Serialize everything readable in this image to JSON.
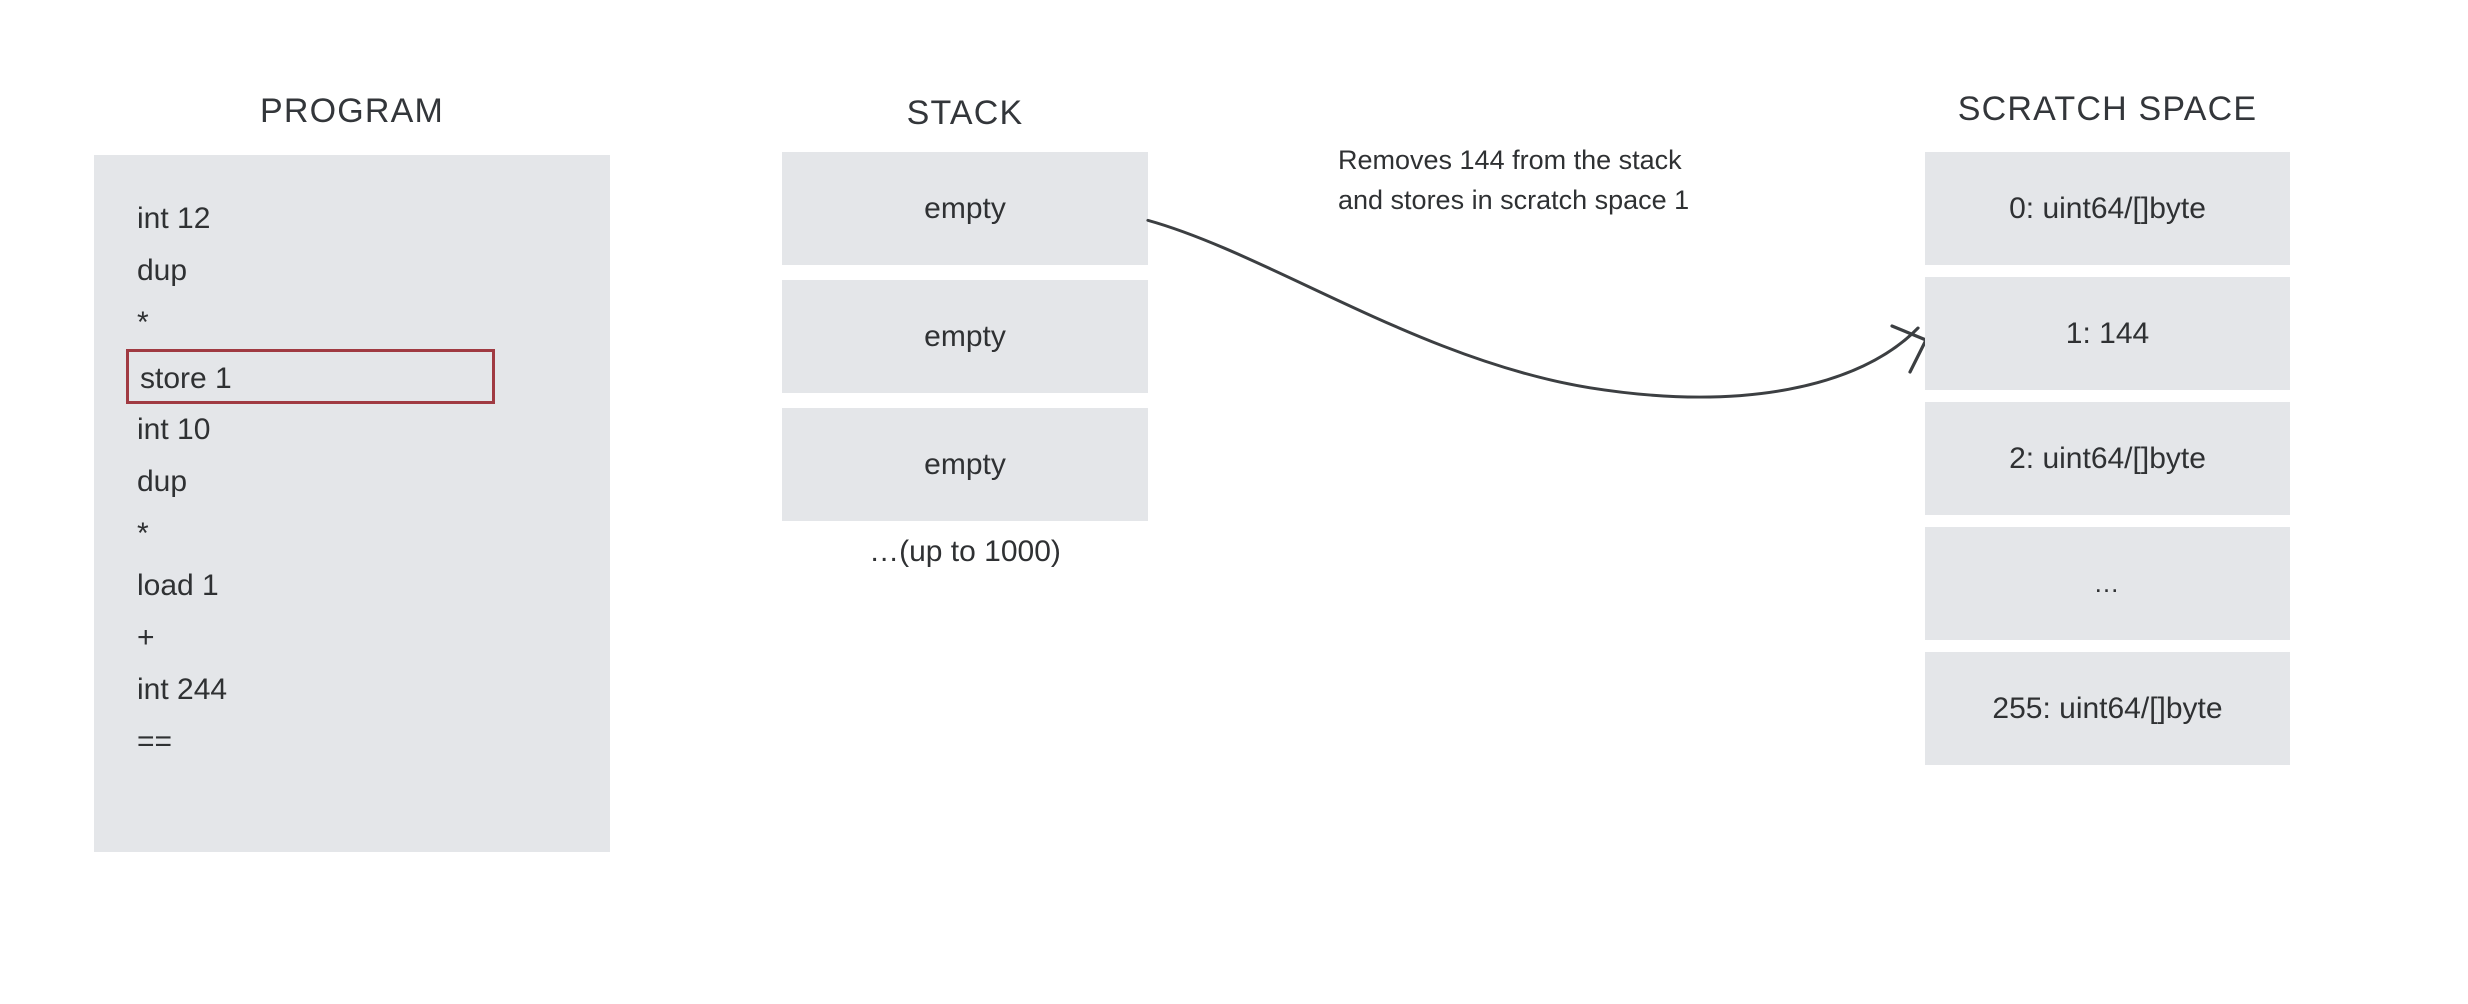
{
  "columns": {
    "program": {
      "heading": "PROGRAM",
      "instructions": [
        {
          "text": "int 12",
          "highlighted": false
        },
        {
          "text": "dup",
          "highlighted": false
        },
        {
          "text": "*",
          "highlighted": false
        },
        {
          "text": "store 1",
          "highlighted": true
        },
        {
          "text": "int 10",
          "highlighted": false
        },
        {
          "text": "dup",
          "highlighted": false
        },
        {
          "text": "*",
          "highlighted": false
        },
        {
          "text": "load 1",
          "highlighted": false
        },
        {
          "text": "+",
          "highlighted": false
        },
        {
          "text": "int 244",
          "highlighted": false
        },
        {
          "text": "==",
          "highlighted": false
        }
      ],
      "highlight_color": "#a03a42"
    },
    "stack": {
      "heading": "STACK",
      "slots": [
        {
          "label": "empty"
        },
        {
          "label": "empty"
        },
        {
          "label": "empty"
        }
      ],
      "footnote": "…(up to 1000)"
    },
    "scratch": {
      "heading": "SCRATCH SPACE",
      "slots": [
        {
          "label": "0: uint64/[]byte",
          "kind": "value"
        },
        {
          "label": "1: 144",
          "kind": "value"
        },
        {
          "label": "2: uint64/[]byte",
          "kind": "value"
        },
        {
          "label": "…",
          "kind": "ellipsis"
        },
        {
          "label": "255: uint64/[]byte",
          "kind": "value"
        }
      ]
    }
  },
  "annotation": {
    "line1": "Removes 144 from the stack",
    "line2": "and stores in scratch space 1"
  },
  "colors": {
    "panel_fill": "#e4e6e9",
    "text": "#2f3133",
    "highlight_border": "#a03a42",
    "arrow": "#3c3f42",
    "background": "#ffffff"
  }
}
